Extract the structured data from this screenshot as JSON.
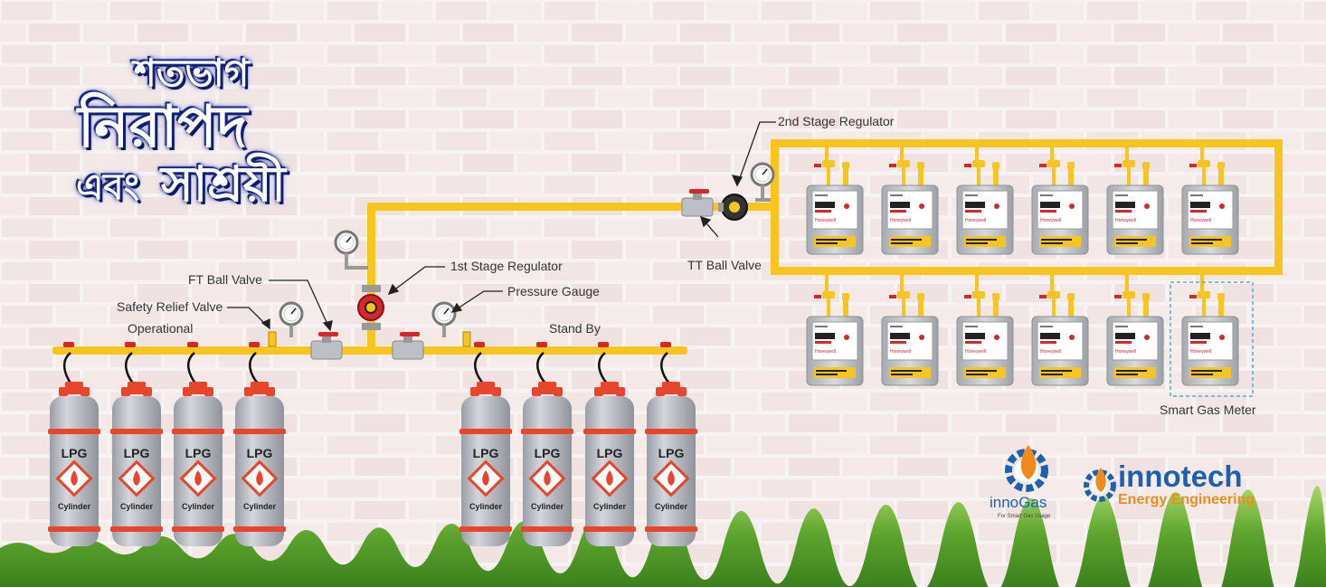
{
  "headline": {
    "line1": "শতভাগ",
    "line2": "নিরাপদ",
    "line3a": "এবং",
    "line3b": "সাশ্রয়ী"
  },
  "labels": {
    "second_stage_regulator": "2nd Stage Regulator",
    "tt_ball_valve": "TT Ball Valve",
    "first_stage_regulator": "1st Stage Regulator",
    "pressure_gauge": "Pressure Gauge",
    "ft_ball_valve": "FT Ball Valve",
    "safety_relief_valve": "Safety Relief Valve",
    "operational": "Operational",
    "stand_by": "Stand By",
    "smart_gas_meter": "Smart Gas Meter"
  },
  "cylinder": {
    "top_text": "LPG",
    "bottom_text": "Cylinder"
  },
  "meter": {
    "brand": "Honeywell"
  },
  "groups": {
    "operational_count": 4,
    "standby_count": 4,
    "meter_rows": [
      6,
      6
    ]
  },
  "logos": {
    "innogas_name": "innoGas",
    "innogas_tagline": "For Smart Gas Usage",
    "innotech_name": "innotech",
    "innotech_tagline": "Energy Engineering"
  },
  "colors": {
    "pipe": "#f6c520",
    "cylinder_body": "#b8bcc3",
    "cylinder_band": "#e8452c",
    "valve_red": "#d62828",
    "headline_blue": "#1b2a8a",
    "innotech_orange": "#f08a1c",
    "innotech_blue": "#1d5fb0"
  }
}
